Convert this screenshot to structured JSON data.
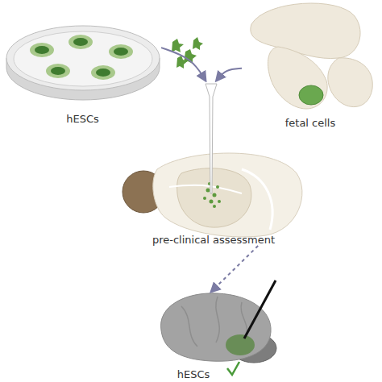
{
  "diagram": {
    "nodes": [
      {
        "text": [
          "hESCs"
        ]
      },
      {
        "text": [
          "fetal cells"
        ]
      },
      {
        "text": [
          "pre-clinical assessment"
        ]
      },
      {
        "text": [
          "hESCs"
        ]
      }
    ],
    "edges": [
      {
        "from": 0,
        "to": 2,
        "arrow": "to"
      },
      {
        "from": 1,
        "to": 2,
        "arrow": "to"
      },
      {
        "from": 2,
        "to": 3,
        "arrow": "to"
      }
    ]
  }
}
